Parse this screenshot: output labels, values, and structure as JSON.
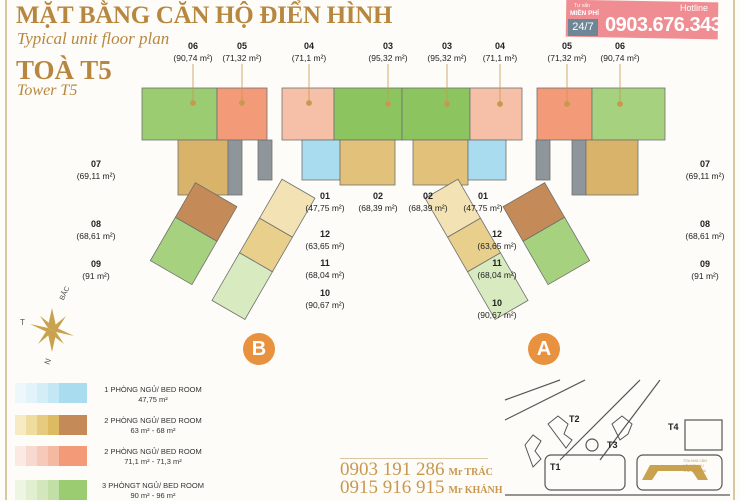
{
  "header": {
    "title": "MẶT BẰNG CĂN HỘ ĐIỂN HÌNH",
    "subtitle": "Typical unit floor plan",
    "tower": "TOÀ T5",
    "tower_en": "Tower T5"
  },
  "units_top": [
    {
      "no": "06",
      "area": "(90,74 m²)"
    },
    {
      "no": "05",
      "area": "(71,32 m²)"
    },
    {
      "no": "04",
      "area": "(71,1 m²)"
    },
    {
      "no": "03",
      "area": "(95,32 m²)"
    },
    {
      "no": "03",
      "area": "(95,32 m²)"
    },
    {
      "no": "04",
      "area": "(71,1 m²)"
    },
    {
      "no": "05",
      "area": "(71,32 m²)"
    },
    {
      "no": "06",
      "area": "(90,74 m²)"
    }
  ],
  "units_b": [
    {
      "no": "07",
      "area": "(69,11 m²)"
    },
    {
      "no": "08",
      "area": "(68,61 m²)"
    },
    {
      "no": "09",
      "area": "(91 m²)"
    },
    {
      "no": "01",
      "area": "(47,75 m²)"
    },
    {
      "no": "02",
      "area": "(68,39 m²)"
    },
    {
      "no": "12",
      "area": "(63,65 m²)"
    },
    {
      "no": "11",
      "area": "(68,04 m²)"
    },
    {
      "no": "10",
      "area": "(90,67 m²)"
    }
  ],
  "units_a": [
    {
      "no": "07",
      "area": "(69,11 m²)"
    },
    {
      "no": "08",
      "area": "(68,61 m²)"
    },
    {
      "no": "09",
      "area": "(91 m²)"
    },
    {
      "no": "01",
      "area": "(47,75 m²)"
    },
    {
      "no": "02",
      "area": "(68,39 m²)"
    },
    {
      "no": "12",
      "area": "(63,65 m²)"
    },
    {
      "no": "11",
      "area": "(68,04 m²)"
    },
    {
      "no": "10",
      "area": "(90,67 m²)"
    }
  ],
  "wings": {
    "a": "A",
    "b": "B"
  },
  "compass": {
    "north": "BẮC",
    "south": "N",
    "west": "T"
  },
  "banner": {
    "small": "Tư vấn",
    "free": "MIỄN PHÍ",
    "hotline_label": "Hotline",
    "hours": "24/7",
    "phone": "0903.676.343"
  },
  "legend": [
    {
      "label": "1 PHÒNG NGỦ/ BED ROOM",
      "area": "47,75 m²",
      "colors": [
        "#eef8fc",
        "#e2f3fa",
        "#d4eef8",
        "#c3e7f4",
        "#a9dcef"
      ]
    },
    {
      "label": "2 PHÒNG NGỦ/ BED ROOM",
      "area": "63 m² - 68  m²",
      "colors": [
        "#f6ebc3",
        "#efdc9f",
        "#e6cb7e",
        "#dcbb63",
        "#c48a58"
      ]
    },
    {
      "label": "2 PHÒNG NGỦ/ BED ROOM",
      "area": "71,1 m² - 71,3  m²",
      "colors": [
        "#fbe9e4",
        "#f8d9cf",
        "#f6c9b8",
        "#f3b9a1",
        "#f39a78"
      ]
    },
    {
      "label": "3 PHÒNGT NGỦ/ BED ROOM",
      "area": "90 m² - 96  m²",
      "colors": [
        "#eef6e3",
        "#e0efcf",
        "#d2e7bb",
        "#c2dfa5",
        "#9ccc72"
      ]
    }
  ],
  "contacts": [
    {
      "phone": "0903 191 286",
      "name": "Mr TRÁC"
    },
    {
      "phone": "0915 916 915",
      "name": "Mr KHÁNH"
    }
  ],
  "site_map": {
    "t1": "T1",
    "t2": "T2",
    "t3": "T3",
    "t4": "T4",
    "commercial": "TÒA NHÀ CĂN HỘ DỊCH VỤ THƯƠNG MẠI"
  }
}
